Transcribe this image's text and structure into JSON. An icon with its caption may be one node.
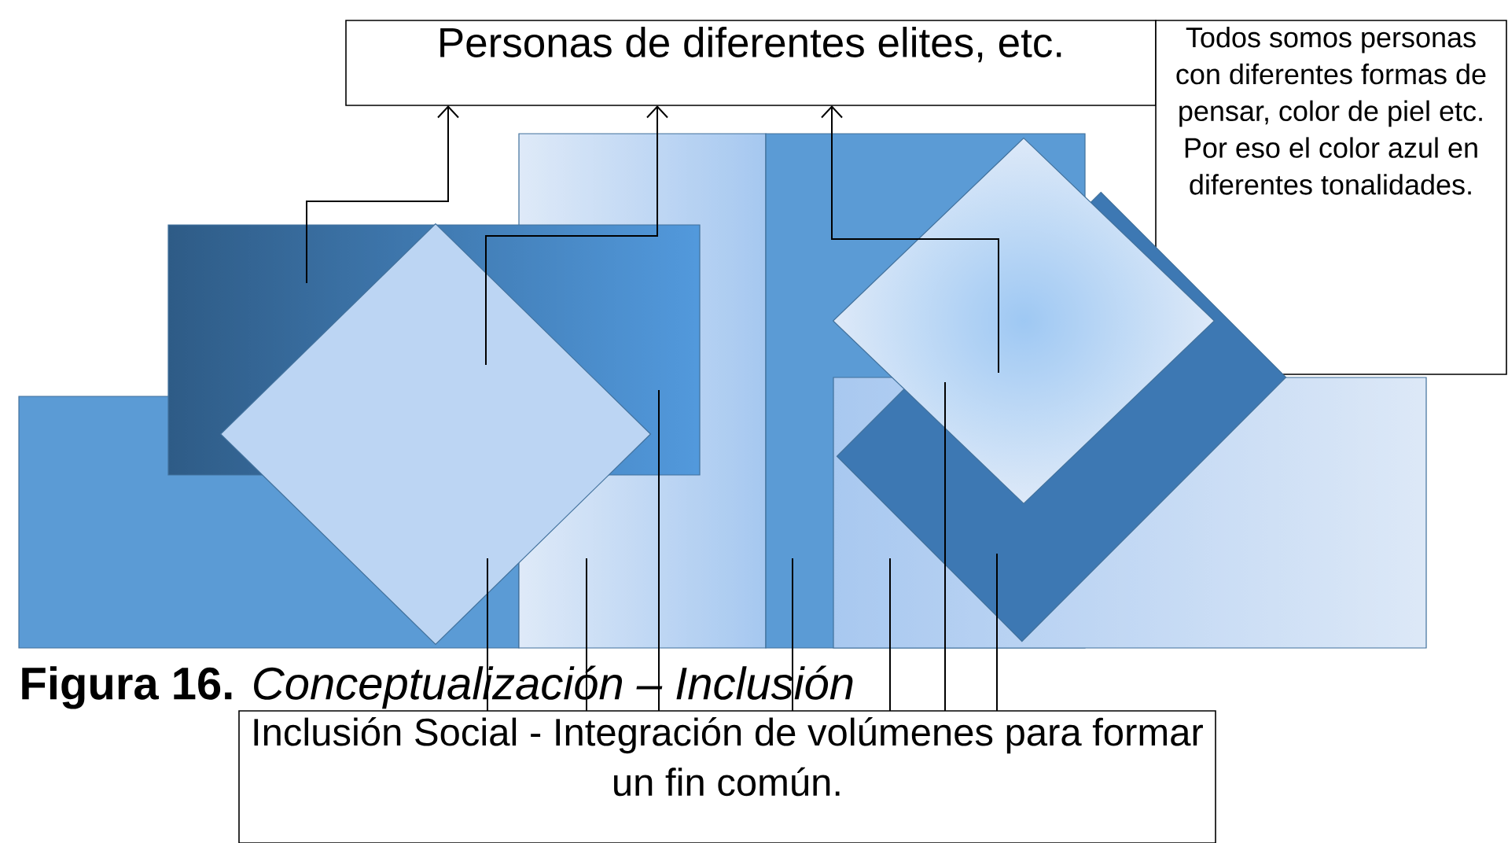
{
  "diagram": {
    "caption": "**Figura 16.** *Conceptualización – Inclusión*",
    "nodes": [
      {
        "text": [
          "Personas de diferentes elites, etc."
        ]
      },
      {
        "text": [
          "Todos somos personas con diferentes formas de pensar, color de piel etc. Por eso el color azul en diferentes tonalidades."
        ]
      },
      {
        "text": [],
        "shape": "box"
      },
      {
        "text": [],
        "shape": "diamond"
      },
      {
        "text": [],
        "shape": "box"
      },
      {
        "text": [],
        "shape": "box"
      },
      {
        "text": [],
        "shape": "box"
      },
      {
        "text": [],
        "shape": "diamond"
      },
      {
        "text": [],
        "shape": "diamond"
      },
      {
        "text": [
          "Inclusión Social  - Integración de volúmenes para formar un fin común."
        ]
      },
      {
        "text": [],
        "shape": "box"
      }
    ],
    "edges": [
      {
        "from": 2,
        "to": 0,
        "arrow": "to"
      },
      {
        "from": 3,
        "to": 0,
        "arrow": "to"
      },
      {
        "from": 8,
        "to": 0,
        "arrow": "to"
      },
      {
        "from": 9,
        "to": 3,
        "arrow": "none"
      },
      {
        "from": 9,
        "to": 4,
        "arrow": "none"
      },
      {
        "from": 9,
        "to": 2,
        "arrow": "none"
      },
      {
        "from": 9,
        "to": 5,
        "arrow": "none"
      },
      {
        "from": 9,
        "to": 6,
        "arrow": "none"
      },
      {
        "from": 9,
        "to": 8,
        "arrow": "none"
      },
      {
        "from": 9,
        "to": 7,
        "arrow": "none"
      }
    ]
  }
}
